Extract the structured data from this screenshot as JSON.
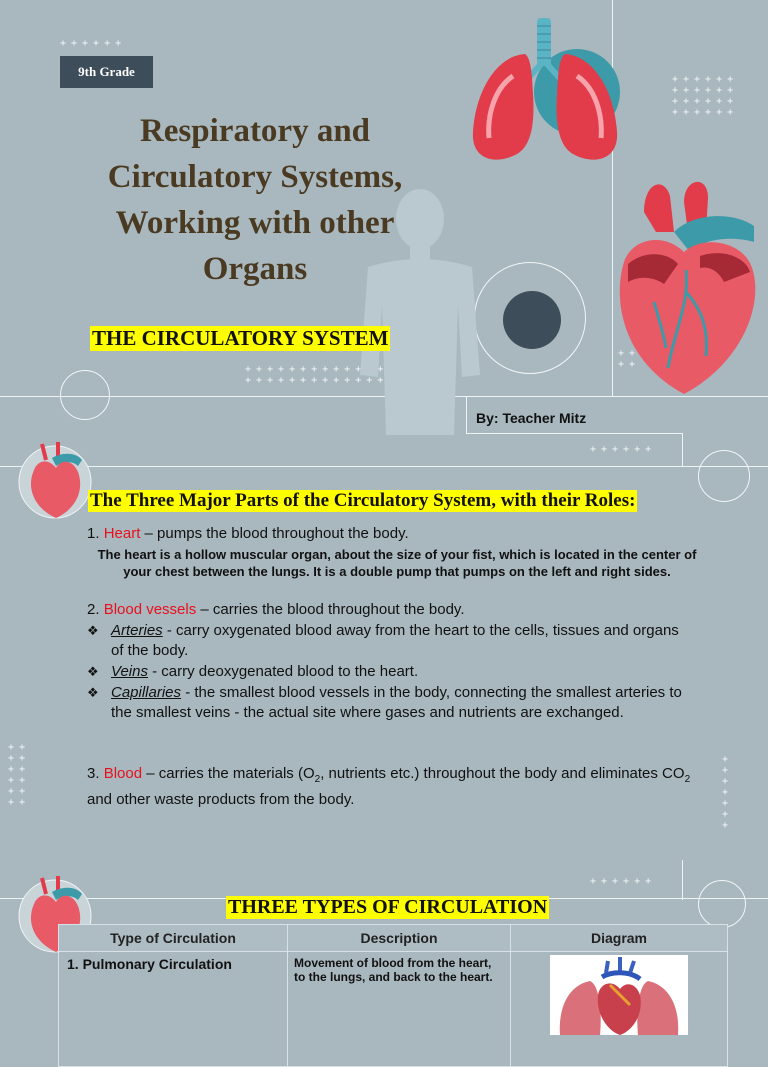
{
  "header": {
    "grade_badge": "9th Grade",
    "title_lines": [
      "Respiratory and",
      "Circulatory Systems,",
      "Working with other",
      "Organs"
    ],
    "subtitle": "THE CIRCULATORY SYSTEM",
    "byline": "By: Teacher Mitz"
  },
  "section": {
    "title": "The Three Major Parts of the Circulatory System, with their Roles:",
    "heart": {
      "number": "1.",
      "term": "Heart",
      "role": " – pumps the blood throughout the body.",
      "detail": "The heart is a hollow muscular organ, about the size of your fist, which is located in the center of your chest between the lungs. It is a double pump that pumps on the left and right sides."
    },
    "vessels": {
      "number": "2.",
      "term": "Blood vessels",
      "role": " – carries the blood throughout the body.",
      "bullets": [
        {
          "symbol": "❖",
          "term": "Arteries",
          "text": " - carry oxygenated blood away from the heart to the cells, tissues and organs of the body."
        },
        {
          "symbol": "❖",
          "term": "Veins",
          "text": " - carry deoxygenated blood to the heart."
        },
        {
          "symbol": "❖",
          "term": "Capillaries",
          "text": " - the smallest blood vessels in the body, connecting the smallest arteries to the smallest veins - the actual site where gases and nutrients are exchanged."
        }
      ]
    },
    "blood": {
      "number": "3.",
      "term": "Blood",
      "role_a": " – carries the materials (O",
      "sub_a": "2",
      "role_b": ", nutrients etc.) throughout the body and eliminates CO",
      "sub_b": "2",
      "role_c": " and other waste products from the body."
    }
  },
  "circulation": {
    "title": "THREE TYPES OF CIRCULATION",
    "columns": [
      "Type of Circulation",
      "Description",
      "Diagram"
    ],
    "rows": [
      {
        "type": "1. Pulmonary Circulation",
        "description": "Movement of blood from the heart, to the lungs, and back to the heart."
      }
    ]
  },
  "colors": {
    "background": "#a9b8bf",
    "highlight": "#ffff00",
    "title_brown": "#4a3a22",
    "term_red": "#e8101c",
    "badge": "#3e4d5a",
    "accent_teal": "#3d9aa8"
  },
  "icons": [
    "lungs-illustration",
    "heart-illustration",
    "human-silhouette",
    "small-heart-icon",
    "heart-lungs-diagram"
  ]
}
